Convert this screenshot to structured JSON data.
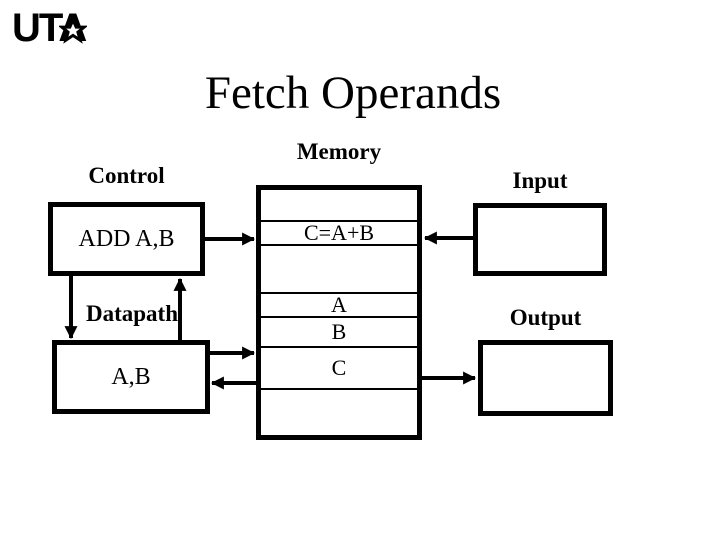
{
  "slide": {
    "logo_text": "UTA",
    "title": "Fetch Operands"
  },
  "diagram": {
    "labels": {
      "control": "Control",
      "memory": "Memory",
      "input": "Input",
      "output": "Output",
      "datapath": "Datapath"
    },
    "control_box": {
      "text": "ADD A,B"
    },
    "datapath_box": {
      "text": "A,B"
    },
    "input_box": {
      "text": ""
    },
    "output_box": {
      "text": ""
    },
    "memory_rows": [
      {
        "label": ""
      },
      {
        "label": "C=A+B"
      },
      {
        "label": ""
      },
      {
        "label": "A"
      },
      {
        "label": "B"
      },
      {
        "label": "C"
      },
      {
        "label": ""
      }
    ],
    "connections": [
      {
        "from": "control",
        "to": "memory"
      },
      {
        "from": "input",
        "to": "memory"
      },
      {
        "from": "control",
        "to": "datapath"
      },
      {
        "from": "datapath",
        "to": "control"
      },
      {
        "from": "datapath",
        "to": "memory"
      },
      {
        "from": "memory",
        "to": "datapath"
      },
      {
        "from": "memory",
        "to": "output"
      }
    ]
  },
  "colors": {
    "ink": "#000000",
    "background": "#ffffff"
  }
}
